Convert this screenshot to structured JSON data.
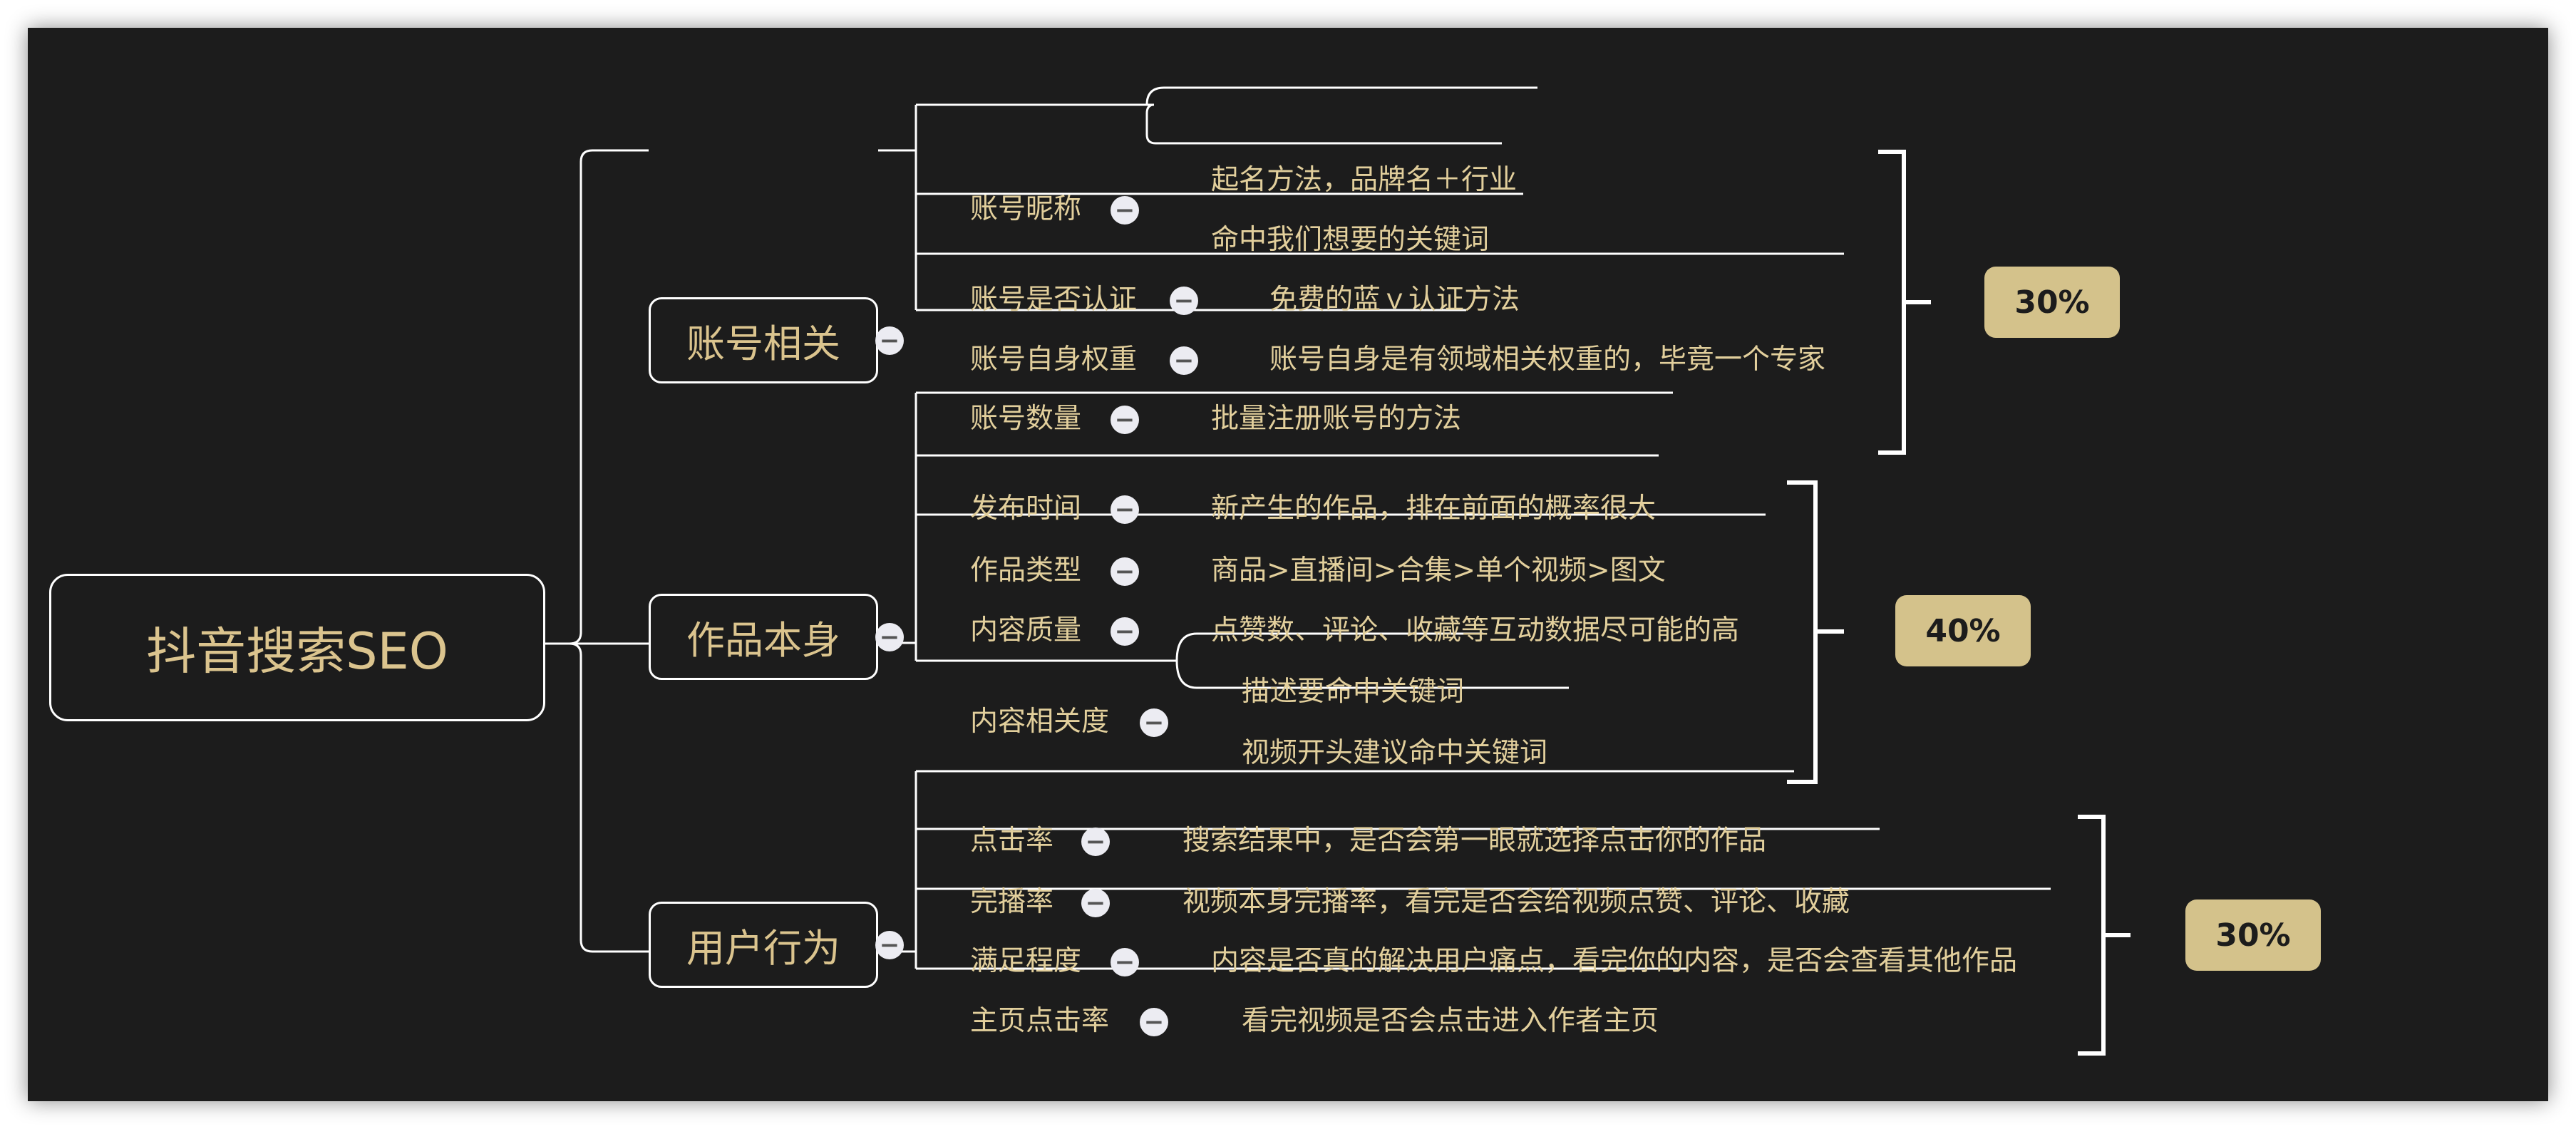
{
  "root": {
    "label": "抖音搜索SEO"
  },
  "branches": [
    {
      "label": "账号相关",
      "weight": "30%",
      "items": [
        {
          "label": "账号昵称",
          "details": [
            "起名方法，品牌名＋行业",
            "命中我们想要的关键词"
          ]
        },
        {
          "label": "账号是否认证",
          "details": [
            "免费的蓝ｖ认证方法"
          ]
        },
        {
          "label": "账号自身权重",
          "details": [
            "账号自身是有领域相关权重的，毕竟一个专家"
          ]
        },
        {
          "label": "账号数量",
          "details": [
            "批量注册账号的方法"
          ]
        }
      ]
    },
    {
      "label": "作品本身",
      "weight": "40%",
      "items": [
        {
          "label": "发布时间",
          "details": [
            "新产生的作品，排在前面的概率很大"
          ]
        },
        {
          "label": "作品类型",
          "details": [
            "商品>直播间>合集>单个视频>图文"
          ]
        },
        {
          "label": "内容质量",
          "details": [
            "点赞数、评论、收藏等互动数据尽可能的高"
          ]
        },
        {
          "label": "内容相关度",
          "details": [
            "描述要命中关键词",
            "视频开头建议命中关键词"
          ]
        }
      ]
    },
    {
      "label": "用户行为",
      "weight": "30%",
      "items": [
        {
          "label": "点击率",
          "details": [
            "搜索结果中，是否会第一眼就选择点击你的作品"
          ]
        },
        {
          "label": "完播率",
          "details": [
            "视频本身完播率，看完是否会给视频点赞、评论、收藏"
          ]
        },
        {
          "label": "满足程度",
          "details": [
            "内容是否真的解决用户痛点，看完你的内容，是否会查看其他作品"
          ]
        },
        {
          "label": "主页点击率",
          "details": [
            "看完视频是否会点击进入作者主页"
          ]
        }
      ]
    }
  ],
  "colors": {
    "background": "#1c1c1c",
    "text": "#e2cf9c",
    "line": "#ffffff",
    "badge": "#d4c28b"
  },
  "icons": {
    "collapse": "minus-circle-icon",
    "collapse_glyph": "−"
  }
}
